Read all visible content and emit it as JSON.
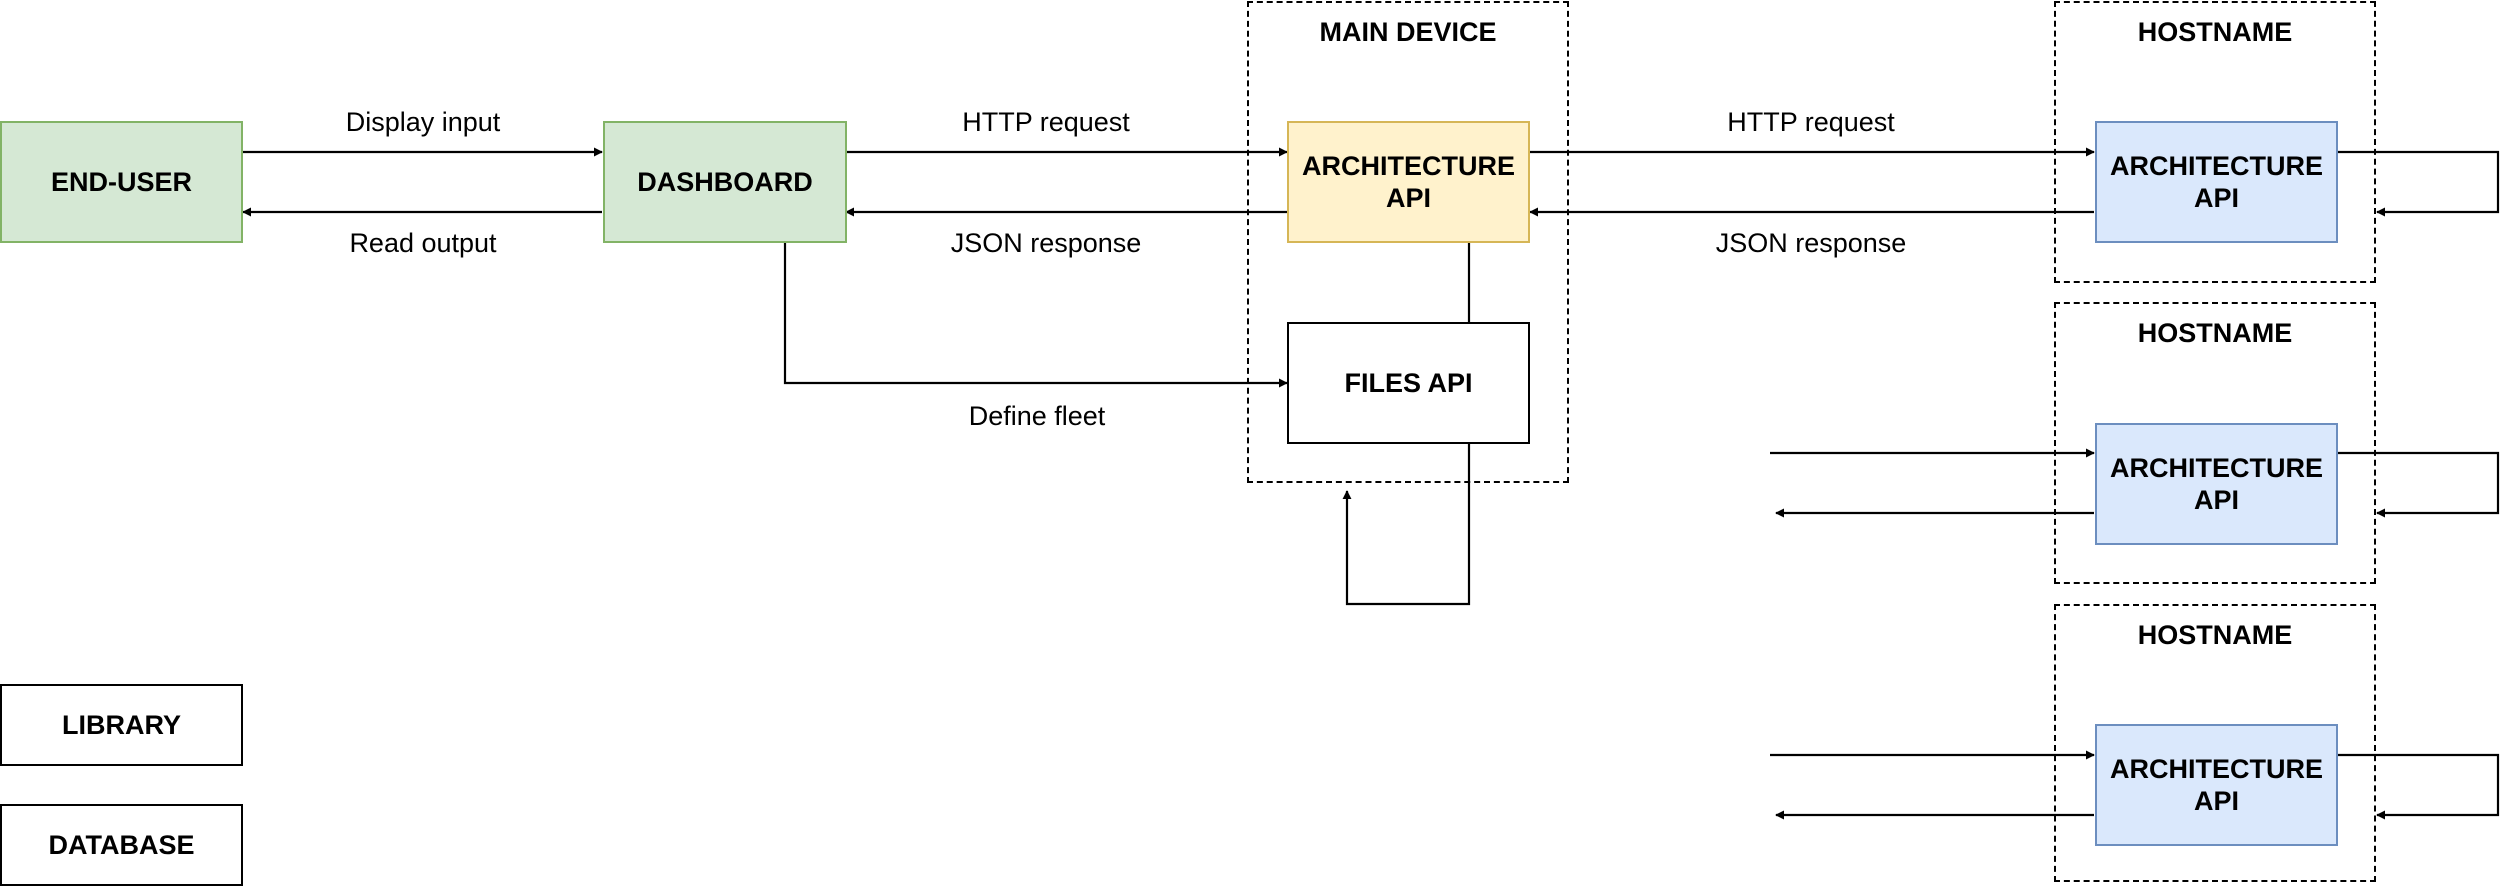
{
  "nodes": {
    "end_user": "END-USER",
    "dashboard": "DASHBOARD",
    "main_api": [
      "ARCHITECTURE",
      "API"
    ],
    "files_api": "FILES API",
    "host_api_1": [
      "ARCHITECTURE",
      "API"
    ],
    "host_api_2": [
      "ARCHITECTURE",
      "API"
    ],
    "host_api_3": [
      "ARCHITECTURE",
      "API"
    ],
    "library": "LIBRARY",
    "database": "DATABASE"
  },
  "groups": {
    "main_device": "MAIN DEVICE",
    "host_1": "HOSTNAME",
    "host_2": "HOSTNAME",
    "host_3": "HOSTNAME"
  },
  "edges": {
    "display_input": "Display input",
    "read_output": "Read output",
    "http_request_main": "HTTP request",
    "json_response_main": "JSON response",
    "define_fleet": "Define fleet",
    "http_request_host": "HTTP request",
    "json_response_host": "JSON response"
  },
  "colors": {
    "user_fill": "#d5e8d4",
    "user_stroke": "#82b366",
    "main_api_fill": "#fff2cc",
    "main_api_stroke": "#d6b656",
    "host_api_fill": "#dae8fc",
    "host_api_stroke": "#6c8ebf"
  }
}
